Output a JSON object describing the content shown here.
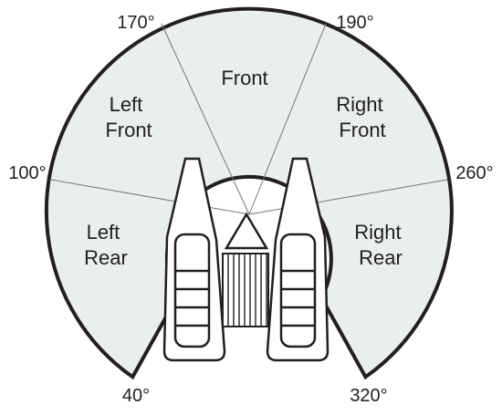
{
  "colors": {
    "sector_fill": "#e9eeee",
    "outline": "#231f20",
    "divider": "#777777",
    "background": "#ffffff"
  },
  "sectors": {
    "front": "Front",
    "left_front": [
      "Left",
      "Front"
    ],
    "right_front": [
      "Right",
      "Front"
    ],
    "left_rear": [
      "Left",
      "Rear"
    ],
    "right_rear": [
      "Right",
      "Rear"
    ]
  },
  "angles": {
    "a170": "170°",
    "a190": "190°",
    "a100": "100°",
    "a260": "260°",
    "a40": "40°",
    "a320": "320°"
  }
}
